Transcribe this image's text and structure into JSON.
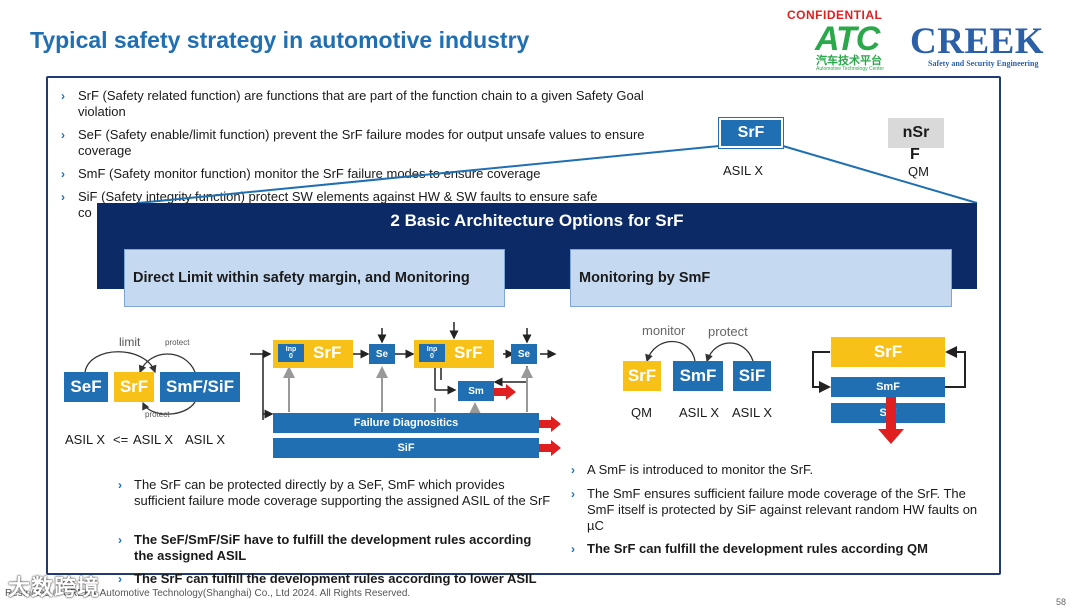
{
  "header": {
    "title": "Typical safety strategy in automotive industry",
    "confidential": "CONFIDENTIAL",
    "atc_logo": "ATC",
    "atc_cn": "汽车技术平台",
    "atc_en": "Automotive Technology Center",
    "creek_logo": "CREEK",
    "creek_sub": "Safety and Security Engineering"
  },
  "bullets": [
    "SrF (Safety related function) are functions that are part of the function chain to a given Safety Goal violation",
    "SeF (Safety enable/limit function) prevent the SrF failure modes for output unsafe values to ensure coverage",
    "SmF (Safety monitor function) monitor the SrF failure modes to ensure coverage",
    "SiF (Safety integrity function) protect SW elements against HW & SW faults to ensure safe",
    "co"
  ],
  "top_right": {
    "srf": "SrF",
    "srf_asil": "ASIL X",
    "nsrf_1": "nSr",
    "nsrf_2": "F",
    "nsrf_asil": "QM"
  },
  "banner": {
    "title": "2 Basic Architecture Options for SrF",
    "option_a": "Direct Limit within safety margin, and Monitoring",
    "option_b": "Monitoring by SmF"
  },
  "left_diagram": {
    "limit": "limit",
    "protect_top": "protect",
    "protect_bottom": "protect",
    "sef": "SeF",
    "srf": "SrF",
    "smf_sif": "SmF/SiF",
    "asil_1": "ASIL X",
    "le": "<=",
    "asil_2": "ASIL X",
    "asil_3": "ASIL X"
  },
  "mid_diagram": {
    "inp": "Inp",
    "inp_sub": "0",
    "srf": "SrF",
    "se": "Se",
    "sm": "Sm",
    "failure_diag": "Failure Diagnositics",
    "sif": "SiF"
  },
  "right_diagram": {
    "monitor": "monitor",
    "protect": "protect",
    "srf": "SrF",
    "smf": "SmF",
    "sif": "SiF",
    "qm": "QM",
    "asil_1": "ASIL X",
    "asil_2": "ASIL X"
  },
  "stack_diagram": {
    "srf": "SrF",
    "smf": "SmF",
    "sif": "SiF"
  },
  "left_notes": [
    "The SrF can be protected directly by a SeF, SmF which provides sufficient failure mode coverage supporting the assigned ASIL of the SrF",
    "The SeF/SmF/SiF have to fulfill the development rules according the assigned ASIL",
    "The SrF can fulfill the development rules according to lower ASIL"
  ],
  "right_notes": [
    "A SmF is introduced to monitor the SrF.",
    "The SmF ensures sufficient failure mode coverage of the SrF. The SmF itself is protected by SiF against relevant random HW faults on µC",
    "The SrF can fulfill the development rules according QM"
  ],
  "footer": {
    "text": "Restricted © CREEK Automotive Technology(Shanghai) Co., Ltd 2024. All Rights Reserved.",
    "watermark": "大数跨境",
    "page": "58"
  },
  "colors": {
    "blue": "#1f6fb2",
    "navy": "#0c2b66",
    "yellow": "#f7c118",
    "red": "#e02020",
    "lightblue": "#c5d9f1"
  }
}
